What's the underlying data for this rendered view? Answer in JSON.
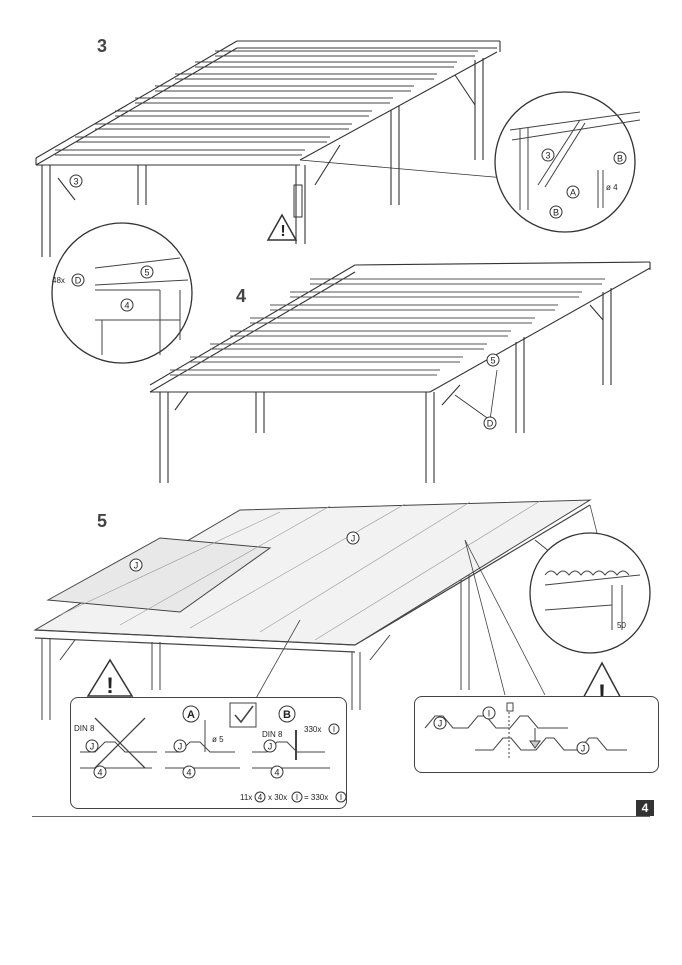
{
  "steps": {
    "step3": "3",
    "step4": "4",
    "step5": "5"
  },
  "labels": {
    "part_3": "3",
    "part_4": "4",
    "part_5": "5",
    "part_A": "A",
    "part_B": "B",
    "part_D": "D",
    "part_J": "J",
    "part_I": "I",
    "count_48D": "48x",
    "drill_4": "ø 4",
    "drill_5": "ø 5",
    "din8_a": "DIN 8",
    "din8_b": "DIN 8",
    "count_330I": "330x",
    "dim_50": "50",
    "formula_11": "11x",
    "formula_30": "x 30x",
    "formula_eq": "= 330x",
    "warning_mark": "!"
  },
  "page": {
    "number": "4"
  }
}
